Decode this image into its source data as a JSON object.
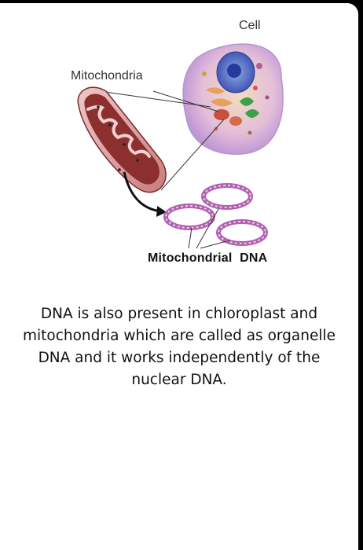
{
  "figure": {
    "labels": {
      "cell": "Cell",
      "mitochondria": "Mitochondria",
      "mitochondrial_dna": "Mitochondrial DNA"
    }
  },
  "caption": "DNA is also present in chloroplast and mitochondria which are called as organelle DNA and it works independently of the nuclear DNA.",
  "colors": {
    "mitochondria": "#8b2f2f",
    "cell_membrane": "#c9a7e0",
    "dna_ring": "#c070c0",
    "background": "#ffffff"
  }
}
